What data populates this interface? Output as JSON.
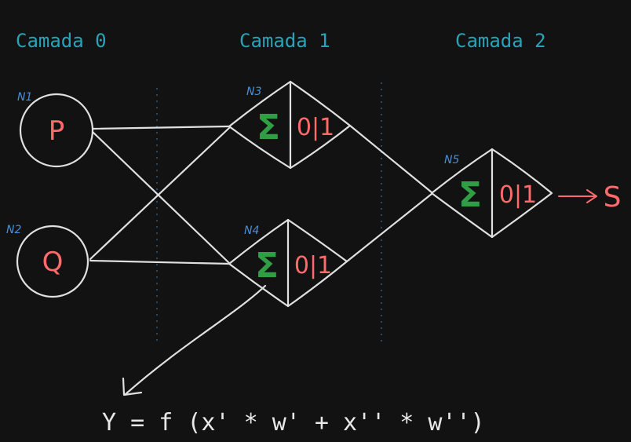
{
  "layers": [
    {
      "label": "Camada 0"
    },
    {
      "label": "Camada 1"
    },
    {
      "label": "Camada 2"
    }
  ],
  "inputs": [
    {
      "id": "N1",
      "symbol": "P"
    },
    {
      "id": "N2",
      "symbol": "Q"
    }
  ],
  "neurons": [
    {
      "id": "N3",
      "sum_symbol": "Σ",
      "activation": "0|1"
    },
    {
      "id": "N4",
      "sum_symbol": "Σ",
      "activation": "0|1"
    },
    {
      "id": "N5",
      "sum_symbol": "Σ",
      "activation": "0|1"
    }
  ],
  "output": {
    "symbol": "S"
  },
  "formula": "Y = f (x' * w' + x'' * w'')",
  "colors": {
    "background": "#121212",
    "layer_label": "#2aa3b8",
    "node_id": "#4a8fd8",
    "symbol": "#ff6b6b",
    "sigma": "#2f9e44",
    "stroke": "#e0e0e0",
    "separator": "#2a4a6a"
  }
}
